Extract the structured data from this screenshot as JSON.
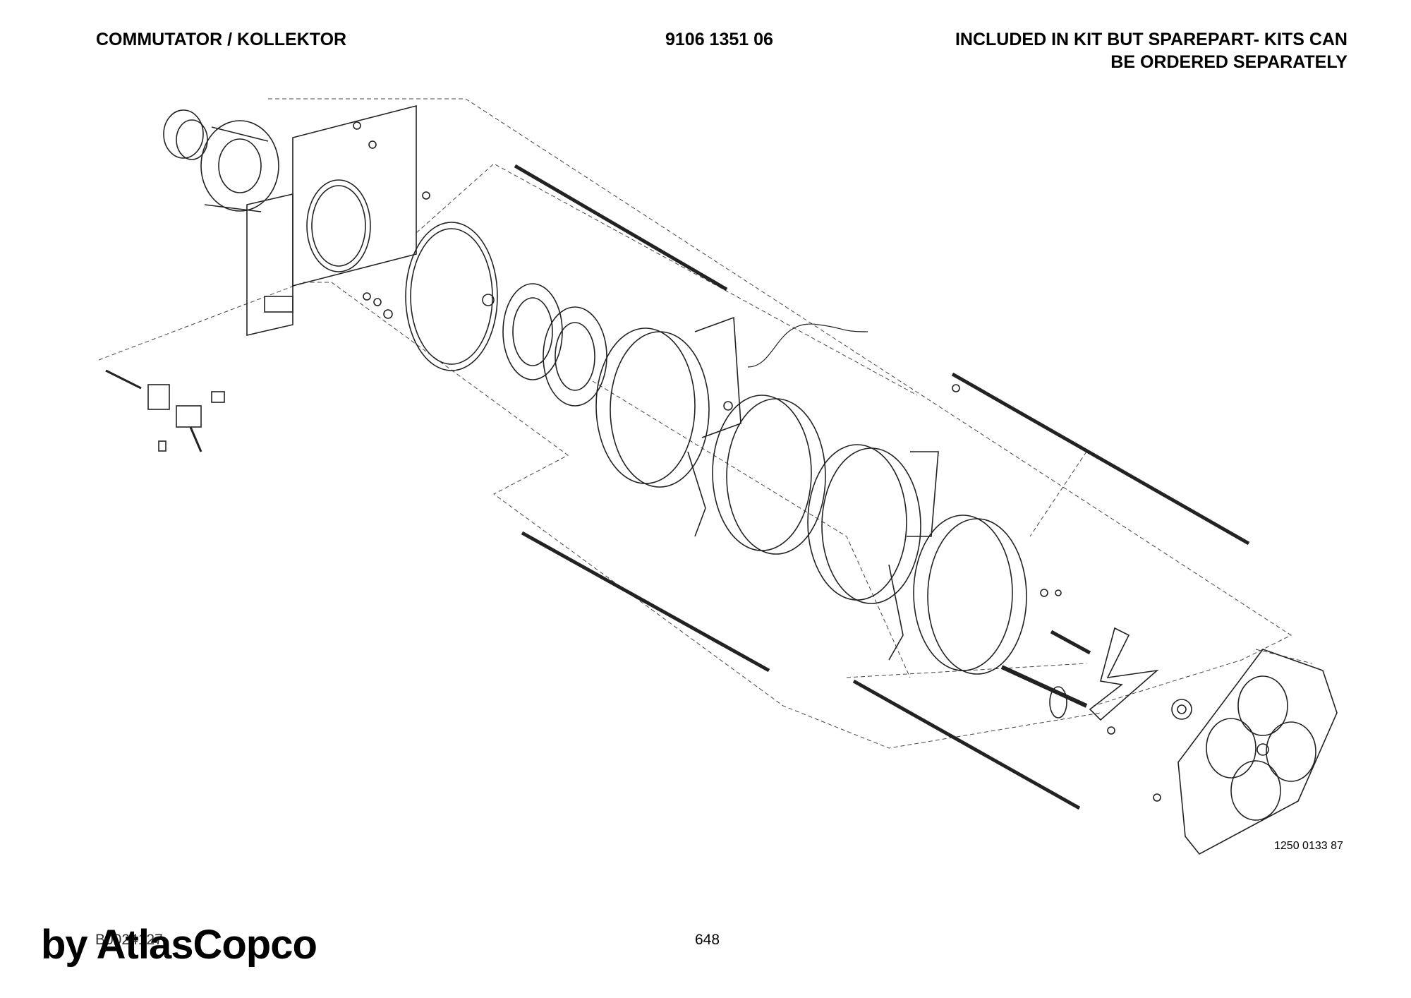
{
  "header": {
    "section_title": "COMMUTATOR / KOLLEKTOR",
    "kit_number": "9106 1351 06",
    "note_line1": "INCLUDED IN KIT BUT SPAREPART- KITS CAN",
    "note_line2": "BE ORDERED SEPARATELY"
  },
  "drawing": {
    "part_number": "1250 0133 87"
  },
  "footer": {
    "doc_code": "B0024127",
    "page_number": "648",
    "watermark": "by AtlasCopco"
  }
}
